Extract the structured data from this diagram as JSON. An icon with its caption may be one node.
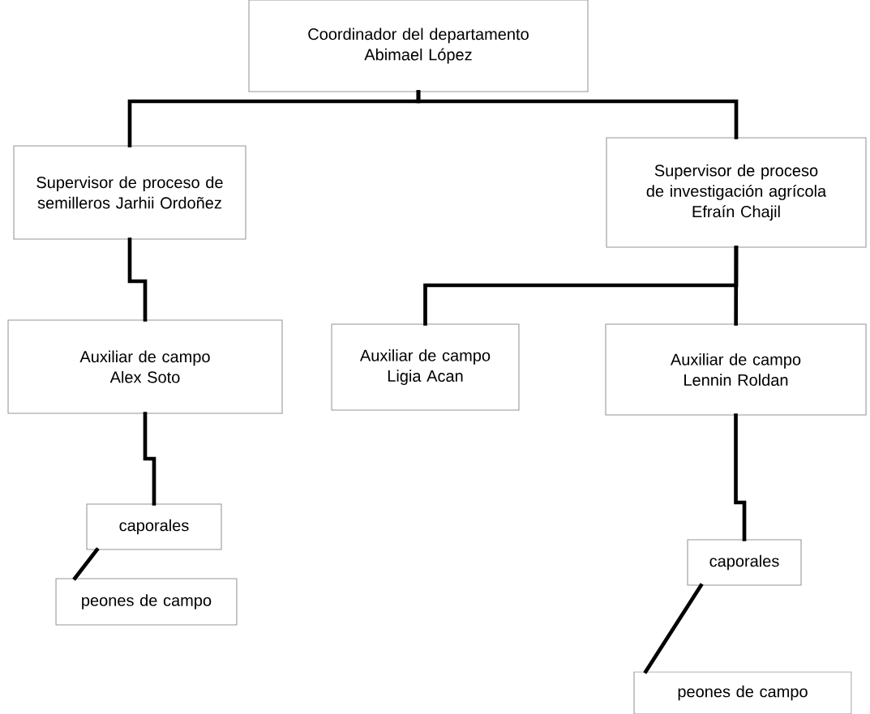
{
  "diagram": {
    "nodes": [
      {
        "text": [
          "Coordinador del departamento",
          "Abimael López"
        ]
      },
      {
        "text": [
          "Supervisor de proceso de semilleros Jarhii Ordoñez"
        ]
      },
      {
        "text": [
          "Supervisor de proceso de investigación agrícola",
          "Efraín Chajil"
        ]
      },
      {
        "text": [
          "Auxiliar de campo",
          "Alex Soto"
        ]
      },
      {
        "text": [
          "Auxiliar de campo",
          "Ligia Acan"
        ]
      },
      {
        "text": [
          "Auxiliar de campo",
          "Lennin Roldan"
        ]
      },
      {
        "text": [
          "caporales"
        ]
      },
      {
        "text": [
          "peones de campo"
        ]
      },
      {
        "text": [
          "caporales"
        ]
      },
      {
        "text": [
          "peones de campo"
        ]
      }
    ],
    "edges": [
      {
        "from": 0,
        "to": 1,
        "arrow": "none"
      },
      {
        "from": 0,
        "to": 2,
        "arrow": "none"
      },
      {
        "from": 1,
        "to": 3,
        "arrow": "none"
      },
      {
        "from": 2,
        "to": 4,
        "arrow": "none"
      },
      {
        "from": 2,
        "to": 5,
        "arrow": "none"
      },
      {
        "from": 3,
        "to": 6,
        "arrow": "none"
      },
      {
        "from": 5,
        "to": 8,
        "arrow": "none"
      },
      {
        "from": 6,
        "to": 7,
        "arrow": "none"
      },
      {
        "from": 8,
        "to": 9,
        "arrow": "none"
      }
    ]
  }
}
